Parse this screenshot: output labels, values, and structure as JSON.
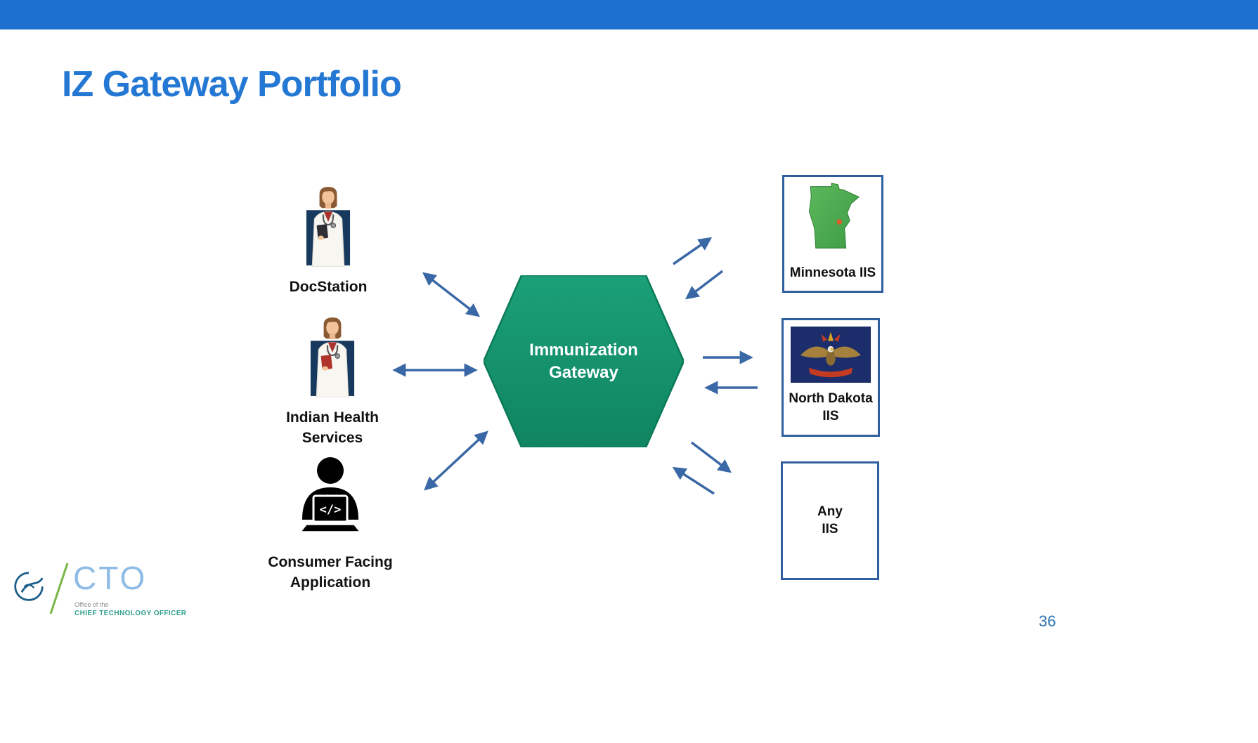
{
  "slide": {
    "title": "IZ Gateway Portfolio",
    "page_number": "36"
  },
  "gateway": {
    "label": "Immunization\nGateway",
    "icon": "green-hexagon-shape"
  },
  "left_nodes": [
    {
      "id": "docstation",
      "label": "DocStation",
      "icon": "female-doctor-icon"
    },
    {
      "id": "indian-health-services",
      "label": "Indian Health\nServices",
      "icon": "female-doctor-icon"
    },
    {
      "id": "consumer-facing-application",
      "label": "Consumer Facing\nApplication",
      "icon": "person-laptop-code-icon"
    }
  ],
  "right_nodes": [
    {
      "id": "minnesota-iis",
      "label": "Minnesota IIS",
      "icon": "minnesota-map-icon"
    },
    {
      "id": "north-dakota-iis",
      "label": "North Dakota\nIIS",
      "icon": "north-dakota-flag-icon"
    },
    {
      "id": "any-iis",
      "label": "Any\nIIS",
      "icon": "none"
    }
  ],
  "footer": {
    "cto": "CTO",
    "office_line1": "Office of the",
    "office_line2": "CHIEF TECHNOLOGY OFFICER",
    "logo": "hhs-logo-icon"
  },
  "colors": {
    "top_bar": "#1E70D0",
    "title": "#2478D3",
    "hexagon": "#13926C",
    "arrow": "#3A68A6",
    "box_border": "#2F5F9F",
    "page_number": "#2E74B5"
  }
}
